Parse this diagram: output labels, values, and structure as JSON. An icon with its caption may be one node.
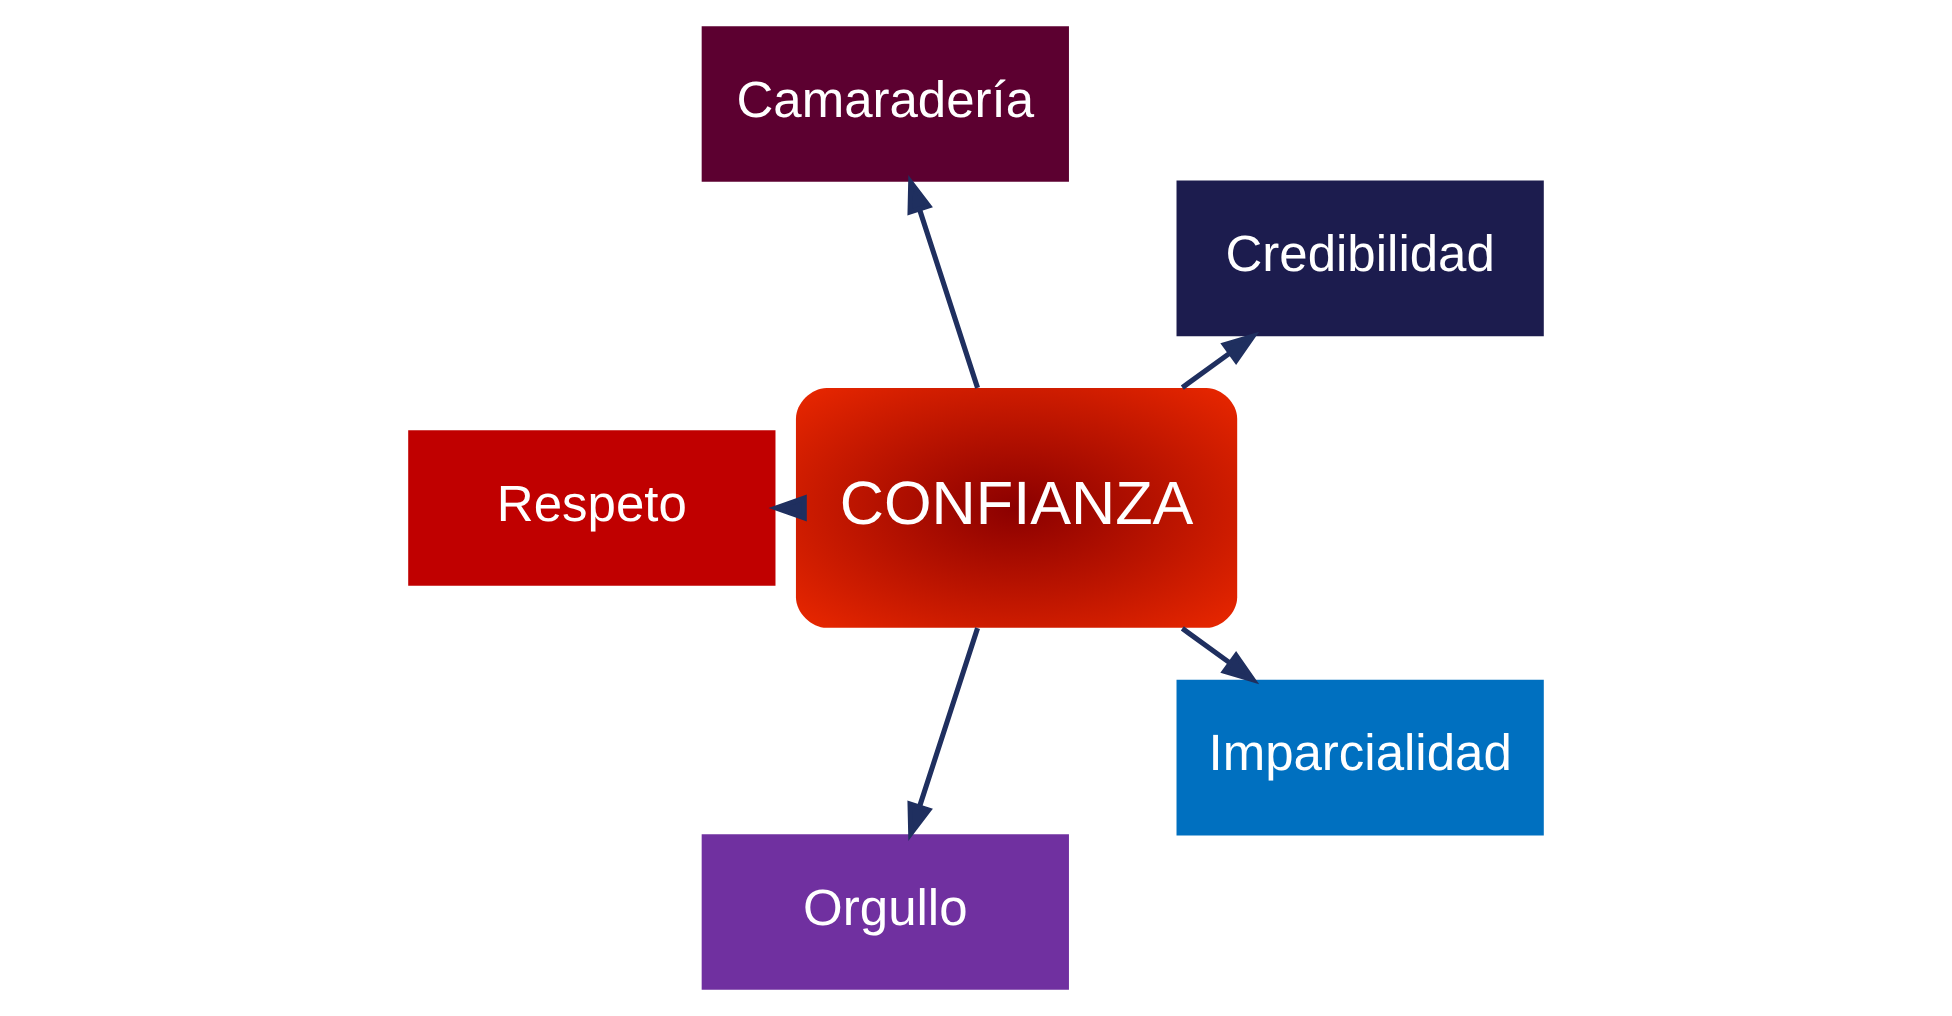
{
  "diagram": {
    "nodes": [
      {
        "text": [
          "CONFIANZA"
        ]
      },
      {
        "text": [
          "Credibilidad"
        ]
      },
      {
        "text": [
          "Camaradería"
        ]
      },
      {
        "text": [
          "Respeto"
        ]
      },
      {
        "text": [
          "Orgullo"
        ]
      },
      {
        "text": [
          "Imparcialidad"
        ]
      }
    ],
    "edges": [
      {
        "from": 0,
        "to": 1,
        "arrow": "to"
      },
      {
        "from": 0,
        "to": 2,
        "arrow": "to"
      },
      {
        "from": 0,
        "to": 3,
        "arrow": "to"
      },
      {
        "from": 0,
        "to": 4,
        "arrow": "to"
      },
      {
        "from": 0,
        "to": 5,
        "arrow": "to"
      }
    ]
  }
}
